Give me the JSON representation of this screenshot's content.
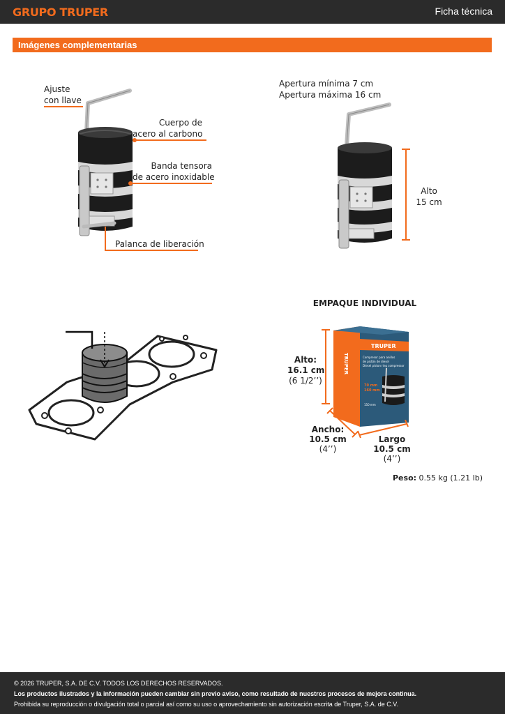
{
  "header": {
    "brand": "GRUPO TRUPER",
    "doc_type": "Ficha técnica"
  },
  "section": {
    "title": "Imágenes complementarias"
  },
  "parts": {
    "adjust_line1": "Ajuste",
    "adjust_line2": "con llave",
    "body_line1": "Cuerpo de",
    "body_line2": "acero al carbono",
    "band_line1": "Banda tensora",
    "band_line2": "de acero inoxidable",
    "lever": "Palanca de liberación"
  },
  "dimensions": {
    "min_opening": "Apertura mínima 7 cm",
    "max_opening": "Apertura máxima 16 cm",
    "height_label": "Alto",
    "height_value": "15 cm"
  },
  "package": {
    "title": "EMPAQUE INDIVIDUAL",
    "height_label": "Alto:",
    "height_cm": "16.1 cm",
    "height_in": "(6 1/2’’)",
    "width_label": "Ancho:",
    "width_cm": "10.5 cm",
    "width_in": "(4’’)",
    "length_label": "Largo",
    "length_cm": "10.5 cm",
    "length_in": "(4’’)",
    "weight_label": "Peso:",
    "weight_value": "0.55 kg (1.21 lb)",
    "box_brand": "TRUPER",
    "box_side_brand": "TRUPER",
    "box_text_1": "Compresor para anillos",
    "box_text_2": "de pistón de diesel",
    "box_text_3": "Diesel piston ring compressor",
    "box_min": "70 mm",
    "box_max": "160 mm",
    "box_height": "150 mm"
  },
  "footer": {
    "copyright": "© 2026 TRUPER, S.A. DE C.V. TODOS LOS DERECHOS RESERVADOS.",
    "notice": "Los productos ilustrados y la información pueden cambiar sin previo aviso, como resultado de nuestros procesos de mejora continua.",
    "prohibition": "Prohibida su reproducción o divulgación total o parcial así como su uso o aprovechamiento sin autorización escrita de Truper, S.A. de C.V."
  },
  "colors": {
    "accent": "#f26b1d",
    "dark_bar": "#2b2b2b",
    "box_blue": "#2c5a7a"
  }
}
